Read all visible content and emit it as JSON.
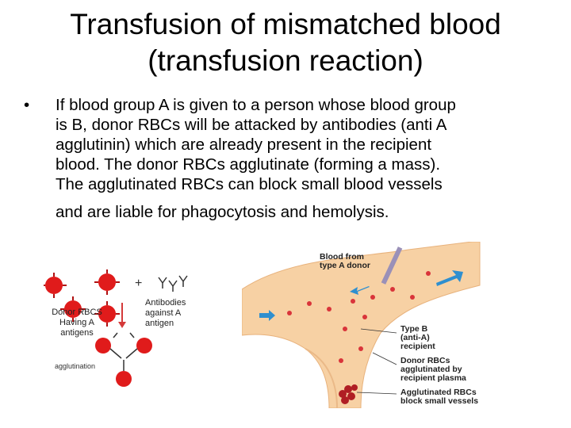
{
  "slide": {
    "title_lines": [
      "Transfusion of mismatched blood",
      "(transfusion reaction)"
    ],
    "bullet_symbol": "•",
    "bullet_lines": [
      "If blood group A is given to a person whose blood group",
      "is B, donor RBCs will be attacked by antibodies (anti A",
      "agglutinin) which are already present in the recipient",
      "blood. The donor RBCs agglutinate (forming a mass).",
      "The agglutinated RBCs can block small blood vessels",
      "and are liable for phagocytosis and hemolysis."
    ]
  },
  "left_diagram": {
    "plus_sign": "+",
    "donor_label": [
      "Donor RBCS",
      "Having A",
      "antigens"
    ],
    "antibodies_label": [
      "Antibodies",
      "against A",
      "antigen"
    ],
    "agglutination_label": "agglutination",
    "cell_color": "#e01b1b",
    "arrow_color": "#d43a3a"
  },
  "right_diagram": {
    "source_label": [
      "Blood from",
      "type A donor"
    ],
    "recipient_label": [
      "Type B",
      "(anti-A)",
      "recipient"
    ],
    "agglutinated_label": [
      "Donor RBCs",
      "agglutinated by",
      "recipient plasma"
    ],
    "blocked_label": [
      "Agglutinated RBCs",
      "block small vessels"
    ],
    "vessel_color": "#f7d1a4",
    "arrow_color": "#2f8fcf"
  }
}
